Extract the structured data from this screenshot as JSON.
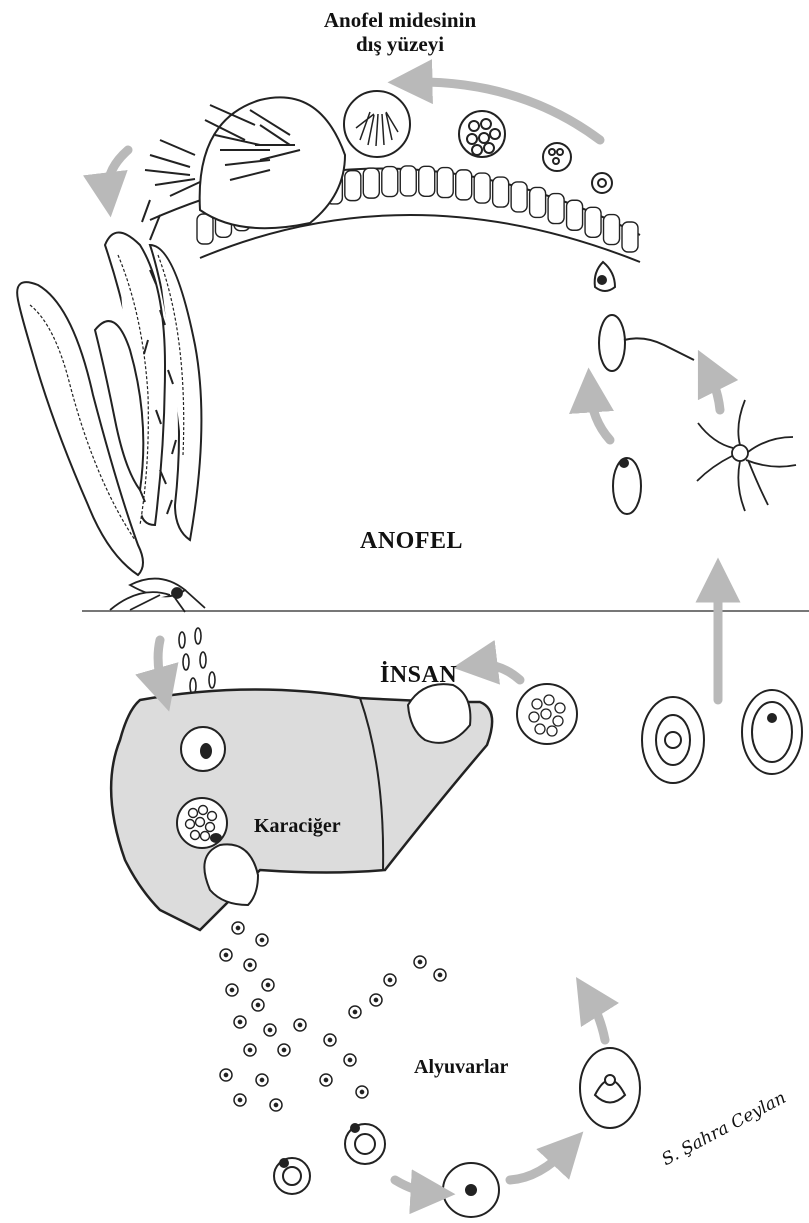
{
  "labels": {
    "title_line1": "Anofel midesinin",
    "title_line2": "dış yüzeyi",
    "mosquito_host": "ANOFEL",
    "human_host": "İNSAN",
    "liver": "Karaciğer",
    "red_cells": "Alyuvarlar",
    "signature": "S. Şahra Ceylan"
  },
  "colors": {
    "ink": "#111111",
    "arrow": "#b9b9b9",
    "liver_fill": "#d9d9d9",
    "divider": "#777777"
  }
}
